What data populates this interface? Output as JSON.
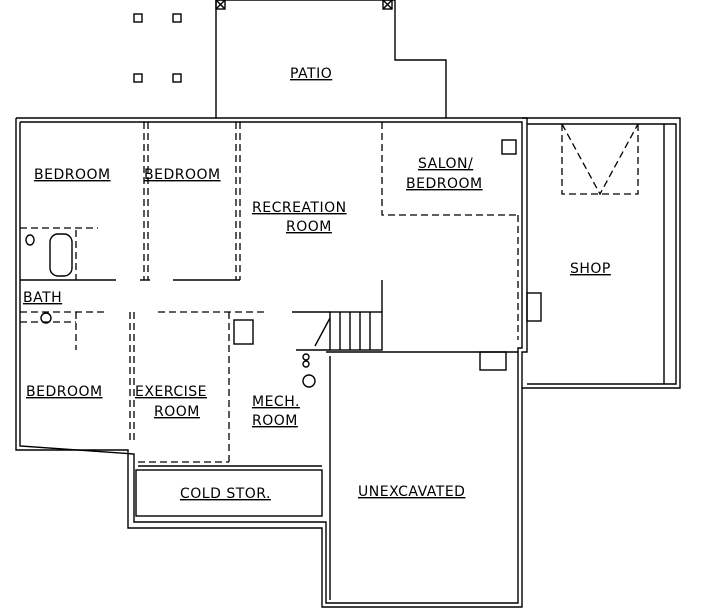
{
  "rooms": {
    "patio": "PATIO",
    "bedroom_1": "BEDROOM",
    "bedroom_2": "BEDROOM",
    "salon_line1": "SALON/",
    "salon_line2": "BEDROOM",
    "recreation_line1": "RECREATION",
    "recreation_line2": "ROOM",
    "shop": "SHOP",
    "bath": "BATH",
    "bedroom_3": "BEDROOM",
    "exercise_line1": "EXERCISE",
    "exercise_line2": "ROOM",
    "mech_line1": "MECH.",
    "mech_line2": "ROOM",
    "cold_storage": "COLD STOR.",
    "unexcavated": "UNEXCAVATED"
  }
}
